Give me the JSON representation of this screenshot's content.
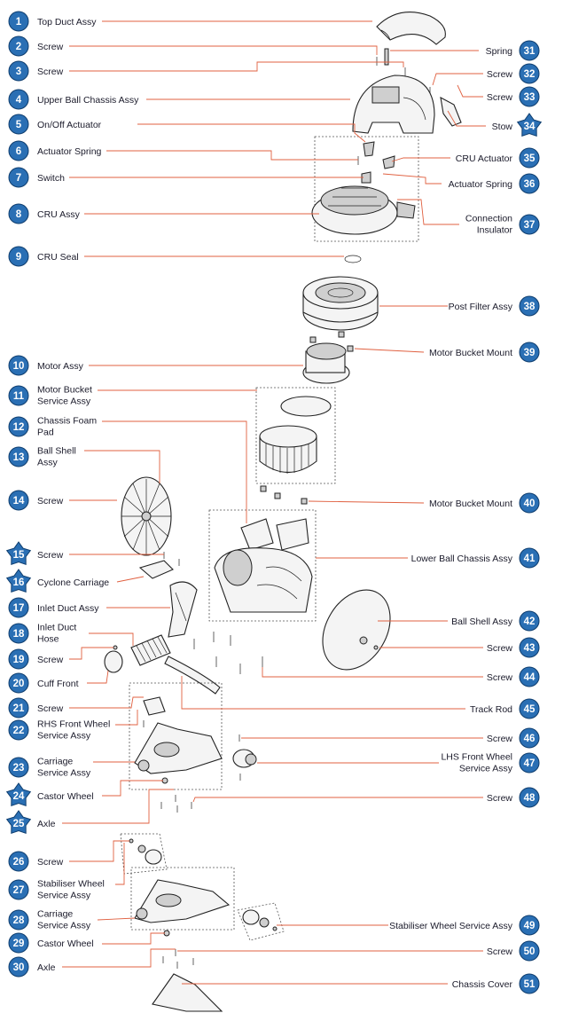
{
  "colors": {
    "badge_fill": "#2a6fb4",
    "badge_star_fill": "#2a6fb4",
    "leader_line": "#e06040",
    "label_text": "#1a1a2a"
  },
  "left_parts": [
    {
      "num": "1",
      "label": [
        "Top Duct Assy"
      ],
      "shape": "circle"
    },
    {
      "num": "2",
      "label": [
        "Screw"
      ],
      "shape": "circle"
    },
    {
      "num": "3",
      "label": [
        "Screw"
      ],
      "shape": "circle"
    },
    {
      "num": "4",
      "label": [
        "Upper Ball Chassis Assy"
      ],
      "shape": "circle"
    },
    {
      "num": "5",
      "label": [
        "On/Off Actuator"
      ],
      "shape": "circle"
    },
    {
      "num": "6",
      "label": [
        "Actuator Spring"
      ],
      "shape": "circle"
    },
    {
      "num": "7",
      "label": [
        "Switch"
      ],
      "shape": "circle"
    },
    {
      "num": "8",
      "label": [
        "CRU Assy"
      ],
      "shape": "circle"
    },
    {
      "num": "9",
      "label": [
        "CRU Seal"
      ],
      "shape": "circle"
    },
    {
      "num": "10",
      "label": [
        "Motor Assy"
      ],
      "shape": "circle"
    },
    {
      "num": "11",
      "label": [
        "Motor Bucket",
        "Service Assy"
      ],
      "shape": "circle"
    },
    {
      "num": "12",
      "label": [
        "Chassis Foam",
        "Pad"
      ],
      "shape": "circle"
    },
    {
      "num": "13",
      "label": [
        "Ball Shell",
        "Assy"
      ],
      "shape": "circle"
    },
    {
      "num": "14",
      "label": [
        "Screw"
      ],
      "shape": "circle"
    },
    {
      "num": "15",
      "label": [
        "Screw"
      ],
      "shape": "star"
    },
    {
      "num": "16",
      "label": [
        "Cyclone Carriage"
      ],
      "shape": "star"
    },
    {
      "num": "17",
      "label": [
        "Inlet Duct Assy"
      ],
      "shape": "circle"
    },
    {
      "num": "18",
      "label": [
        "Inlet Duct",
        "Hose"
      ],
      "shape": "circle"
    },
    {
      "num": "19",
      "label": [
        "Screw"
      ],
      "shape": "circle"
    },
    {
      "num": "20",
      "label": [
        "Cuff Front"
      ],
      "shape": "circle"
    },
    {
      "num": "21",
      "label": [
        "Screw"
      ],
      "shape": "circle"
    },
    {
      "num": "22",
      "label": [
        "RHS Front Wheel",
        "Service Assy"
      ],
      "shape": "circle"
    },
    {
      "num": "23",
      "label": [
        "Carriage",
        "Service Assy"
      ],
      "shape": "circle"
    },
    {
      "num": "24",
      "label": [
        "Castor Wheel"
      ],
      "shape": "star"
    },
    {
      "num": "25",
      "label": [
        "Axle"
      ],
      "shape": "star"
    },
    {
      "num": "26",
      "label": [
        "Screw"
      ],
      "shape": "circle"
    },
    {
      "num": "27",
      "label": [
        "Stabiliser Wheel",
        "Service Assy"
      ],
      "shape": "circle"
    },
    {
      "num": "28",
      "label": [
        "Carriage",
        "Service Assy"
      ],
      "shape": "circle"
    },
    {
      "num": "29",
      "label": [
        "Castor Wheel"
      ],
      "shape": "circle"
    },
    {
      "num": "30",
      "label": [
        "Axle"
      ],
      "shape": "circle"
    }
  ],
  "right_parts": [
    {
      "num": "31",
      "label": [
        "Spring"
      ],
      "shape": "circle"
    },
    {
      "num": "32",
      "label": [
        "Screw"
      ],
      "shape": "circle"
    },
    {
      "num": "33",
      "label": [
        "Screw"
      ],
      "shape": "circle"
    },
    {
      "num": "34",
      "label": [
        "Stow"
      ],
      "shape": "star"
    },
    {
      "num": "35",
      "label": [
        "CRU Actuator"
      ],
      "shape": "circle"
    },
    {
      "num": "36",
      "label": [
        "Actuator Spring"
      ],
      "shape": "circle"
    },
    {
      "num": "37",
      "label": [
        "Connection",
        "Insulator"
      ],
      "shape": "circle"
    },
    {
      "num": "38",
      "label": [
        "Post Filter Assy"
      ],
      "shape": "circle"
    },
    {
      "num": "39",
      "label": [
        "Motor Bucket Mount"
      ],
      "shape": "circle"
    },
    {
      "num": "40",
      "label": [
        "Motor Bucket Mount"
      ],
      "shape": "circle"
    },
    {
      "num": "41",
      "label": [
        "Lower Ball Chassis Assy"
      ],
      "shape": "circle"
    },
    {
      "num": "42",
      "label": [
        "Ball Shell Assy"
      ],
      "shape": "circle"
    },
    {
      "num": "43",
      "label": [
        "Screw"
      ],
      "shape": "circle"
    },
    {
      "num": "44",
      "label": [
        "Screw"
      ],
      "shape": "circle"
    },
    {
      "num": "45",
      "label": [
        "Track Rod"
      ],
      "shape": "circle"
    },
    {
      "num": "46",
      "label": [
        "Screw"
      ],
      "shape": "circle"
    },
    {
      "num": "47",
      "label": [
        "LHS Front Wheel",
        "Service Assy"
      ],
      "shape": "circle"
    },
    {
      "num": "48",
      "label": [
        "Screw"
      ],
      "shape": "circle"
    },
    {
      "num": "49",
      "label": [
        "Stabiliser Wheel Service Assy"
      ],
      "shape": "circle"
    },
    {
      "num": "50",
      "label": [
        "Screw"
      ],
      "shape": "circle"
    },
    {
      "num": "51",
      "label": [
        "Chassis Cover"
      ],
      "shape": "circle"
    }
  ]
}
